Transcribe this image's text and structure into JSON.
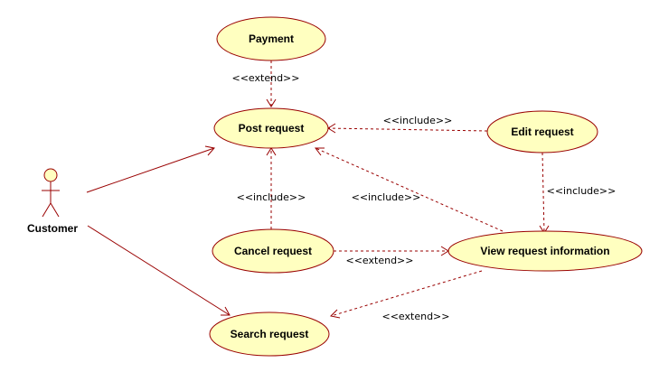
{
  "actor": {
    "name": "Customer"
  },
  "use_cases": {
    "payment": "Payment",
    "post_request": "Post request",
    "edit_request": "Edit request",
    "cancel_request": "Cancel request",
    "view_request_information": "View request information",
    "search_request": "Search request"
  },
  "relations": {
    "payment_post": "<<extend>>",
    "edit_post": "<<include>>",
    "cancel_post": "<<include>>",
    "view_post": "<<include>>",
    "edit_view": "<<include>>",
    "cancel_view": "<<extend>>",
    "view_search": "<<extend>>"
  },
  "colors": {
    "fill": "#ffffc0",
    "stroke": "#990000"
  }
}
